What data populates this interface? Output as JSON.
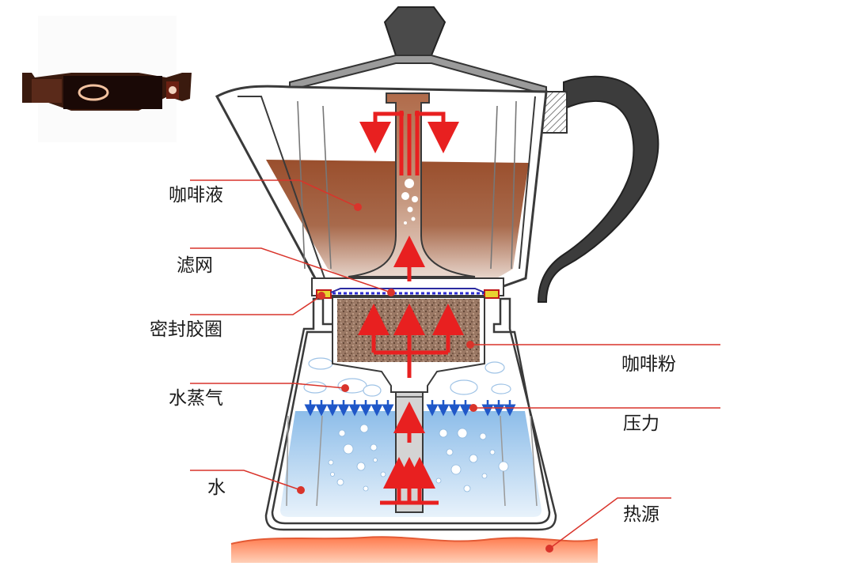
{
  "labels": {
    "coffee_liquid": "咖啡液",
    "filter": "滤网",
    "gasket": "密封胶圈",
    "steam": "水蒸气",
    "water": "水",
    "coffee_powder": "咖啡粉",
    "pressure": "压力",
    "heat_source": "热源"
  },
  "colors": {
    "leader_line": "#d9342b",
    "flow_arrow": "#e82020",
    "pressure_arrow": "#1f57c8",
    "coffee": "#8e4a2e",
    "water": "#a9cff2",
    "pot_outline": "#3a3a3a",
    "handle": "#3c3c3c"
  }
}
